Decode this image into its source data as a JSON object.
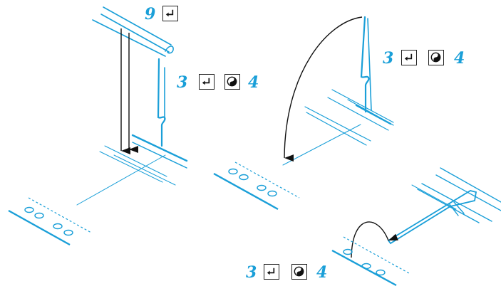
{
  "colors": {
    "accent": "#1a9fd8",
    "outline": "#1a9fd8",
    "arrow": "#111111",
    "guide": "#1a9fd8"
  },
  "icons": {
    "return": "return-arrow-icon",
    "rotate": "yin-yang-rotate-icon"
  },
  "step_top_left": {
    "count": "9"
  },
  "step_middle_left": {
    "count": "3",
    "count_right": "4"
  },
  "step_top_right": {
    "count": "3",
    "count_right": "4"
  },
  "step_bottom_right": {
    "count": "3",
    "count_right": "4"
  }
}
